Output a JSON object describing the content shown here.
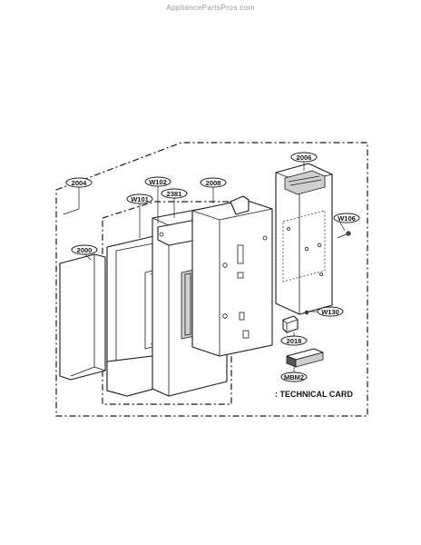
{
  "watermark": "AppliancePartsPros.com",
  "parts": {
    "p2004": "2004",
    "p2000": "2000",
    "pW101": "W101",
    "pW102": "W102",
    "p2381": "2381",
    "p2008": "2008",
    "p2006": "2006",
    "pW106": "W106",
    "pW130": "W130",
    "p2018": "2018",
    "pMBM2": "MBM2"
  },
  "technical_card": ": TECHNICAL CARD"
}
